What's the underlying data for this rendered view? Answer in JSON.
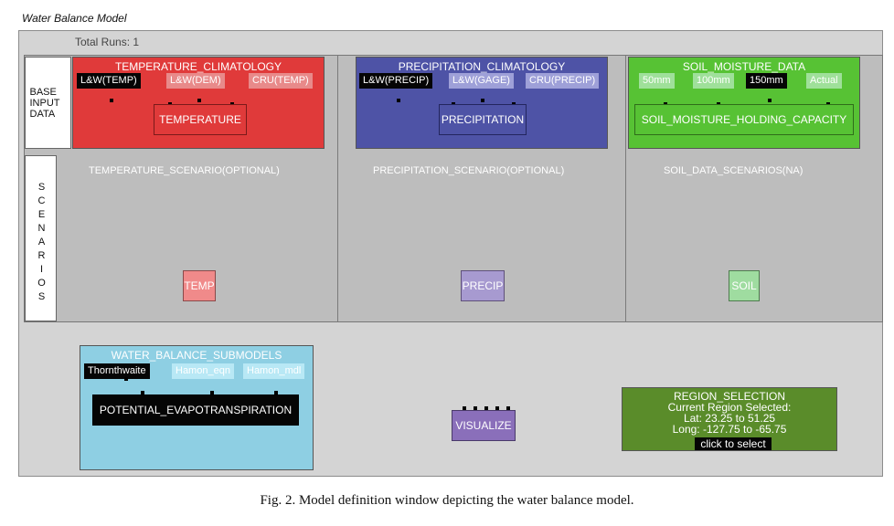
{
  "window_title": "Water Balance Model",
  "total_runs": "Total Runs:  1",
  "labels": {
    "base_input_data": "BASE INPUT DATA",
    "scenarios_letters": [
      "S",
      "C",
      "E",
      "N",
      "A",
      "R",
      "I",
      "O",
      "S"
    ]
  },
  "temperature": {
    "title": "TEMPERATURE_CLIMATOLOGY",
    "options": [
      "L&W(TEMP)",
      "L&W(DEM)",
      "CRU(TEMP)"
    ],
    "selected": "L&W(TEMP)",
    "node": "TEMPERATURE",
    "scenario": "TEMPERATURE_SCENARIO(OPTIONAL)",
    "output": "TEMP"
  },
  "precipitation": {
    "title": "PRECIPITATION_CLIMATOLOGY",
    "options": [
      "L&W(PRECIP)",
      "L&W(GAGE)",
      "CRU(PRECIP)"
    ],
    "selected": "L&W(PRECIP)",
    "node": "PRECIPITATION",
    "scenario": "PRECIPITATION_SCENARIO(OPTIONAL)",
    "output": "PRECIP"
  },
  "soil": {
    "title": "SOIL_MOISTURE_DATA",
    "options": [
      "50mm",
      "100mm",
      "150mm",
      "Actual"
    ],
    "selected": "150mm",
    "node": "SOIL_MOISTURE_HOLDING_CAPACITY",
    "scenario": "SOIL_DATA_SCENARIOS(NA)",
    "output": "SOIL"
  },
  "submodels": {
    "title": "WATER_BALANCE_SUBMODELS",
    "options": [
      "Thornthwaite",
      "Hamon_eqn",
      "Hamon_mdl"
    ],
    "selected": "Thornthwaite",
    "node": "POTENTIAL_EVAPOTRANSPIRATION"
  },
  "visualize": "VISUALIZE",
  "region": {
    "title": "REGION_SELECTION",
    "current": "Current Region Selected:",
    "lat": "Lat:  23.25 to 51.25",
    "long": "Long:  -127.75 to -65.75",
    "button": "click to select"
  },
  "caption": "Fig. 2.  Model definition window depicting the water balance model.",
  "colors": {
    "temperature_panel": "#e03a3a",
    "temperature_option": "#e88a8a",
    "temp_output": "#f08a8a",
    "precipitation_panel": "#4e53a6",
    "precipitation_option": "#9ea0d8",
    "precip_output": "#a79ad0",
    "soil_panel": "#57c234",
    "soil_option": "#9fe09a",
    "soil_output": "#9fdca0",
    "submodels_panel": "#8ecfe3",
    "submodels_option": "#b8e8f5",
    "visualize": "#8a6fba",
    "region_panel": "#5a8c2a",
    "selected_option": "#050505"
  }
}
